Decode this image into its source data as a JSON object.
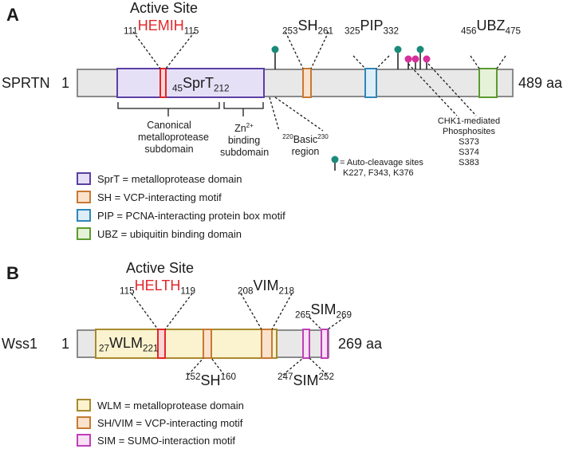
{
  "panel_a": {
    "letter": "A",
    "protein": "SPRTN",
    "start": "1",
    "end": "489 aa",
    "active_site": {
      "title": "Active Site",
      "start": "111",
      "motif": "HEMIH",
      "end": "115"
    },
    "sprt": {
      "start": "45",
      "name": "SprT",
      "end": "212"
    },
    "sh": {
      "start": "253",
      "name": "SH",
      "end": "261"
    },
    "pip": {
      "start": "325",
      "name": "PIP",
      "end": "332"
    },
    "ubz": {
      "start": "456",
      "name": "UBZ",
      "end": "475"
    },
    "basic": {
      "start": "220",
      "name": "Basic",
      "end": "230",
      "line2": "region"
    },
    "canonical": [
      "Canonical",
      "metalloprotease",
      "subdomain"
    ],
    "zn": {
      "base": "Zn",
      "sup": "2+",
      "line2": "binding",
      "line3": "subdomain"
    },
    "chk1": [
      "CHK1-mediated",
      "Phosphosites",
      "S373",
      "S374",
      "S383"
    ],
    "autocleavage": [
      "= Auto-cleavage sites",
      "K227, F343, K376"
    ],
    "legend": [
      {
        "text": "SprT = metalloprotease domain",
        "fill": "#e6e0f7",
        "stroke": "#5b3fa3"
      },
      {
        "text": "SH = VCP-interacting motif",
        "fill": "#fbe2cc",
        "stroke": "#c77933"
      },
      {
        "text": "PIP = PCNA-interacting protein box motif",
        "fill": "#ddeef8",
        "stroke": "#2f86b8"
      },
      {
        "text": "UBZ = ubiquitin binding domain",
        "fill": "#e6f2d8",
        "stroke": "#5b9b2f"
      }
    ]
  },
  "panel_b": {
    "letter": "B",
    "protein": "Wss1",
    "start": "1",
    "end": "269 aa",
    "active_site": {
      "title": "Active Site",
      "start": "115",
      "motif": "HELTH",
      "end": "119"
    },
    "wlm": {
      "start": "27",
      "name": "WLM",
      "end": "221"
    },
    "vim": {
      "start": "208",
      "name": "VIM",
      "end": "218"
    },
    "sh": {
      "start": "152",
      "name": "SH",
      "end": "160"
    },
    "sim1": {
      "start": "247",
      "name": "SIM",
      "end": "252"
    },
    "sim2": {
      "start": "265",
      "name": "SIM",
      "end": "269"
    },
    "legend": [
      {
        "text": "WLM = metalloprotease domain",
        "fill": "#fbf3cf",
        "stroke": "#a88a2e"
      },
      {
        "text": "SH/VIM = VCP-interacting motif",
        "fill": "#fbe2cc",
        "stroke": "#c77933"
      },
      {
        "text": "SIM = SUMO-interaction motif",
        "fill": "#f8e0f5",
        "stroke": "#c13fb8"
      }
    ]
  },
  "colors": {
    "bar_fill": "#e8e8e8",
    "bar_stroke": "#8a8a8a",
    "active_red": "#e3262a",
    "teal": "#1a8a7a",
    "magenta": "#d6309a"
  }
}
